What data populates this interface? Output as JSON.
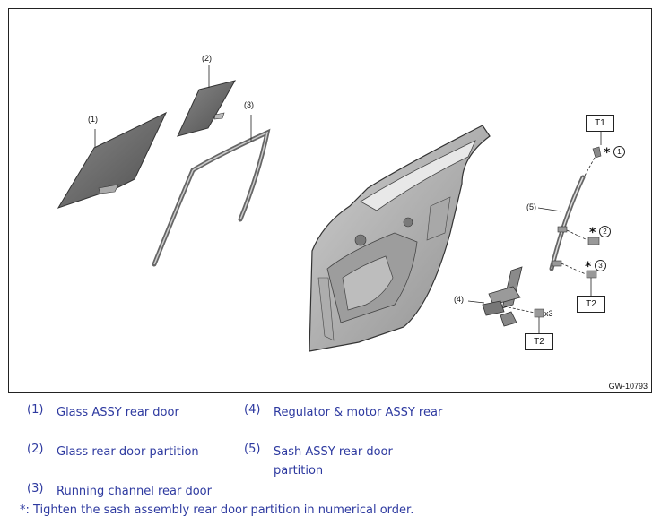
{
  "figure": {
    "code": "GW-10793",
    "callouts": [
      "(1)",
      "(2)",
      "(3)",
      "(4)",
      "(5)"
    ],
    "torque_labels": {
      "t1": "T1",
      "t2a": "T2",
      "t2b": "T2"
    },
    "markers": {
      "star": "*",
      "n1": "1",
      "n2": "2",
      "n3": "3"
    },
    "quantity": "x3"
  },
  "legend": [
    {
      "num": "(1)",
      "text": "Glass ASSY rear door"
    },
    {
      "num": "(2)",
      "text": "Glass rear door partition"
    },
    {
      "num": "(3)",
      "text": "Running channel rear door"
    },
    {
      "num": "(4)",
      "text": "Regulator & motor ASSY rear"
    },
    {
      "num": "(5)",
      "text": "Sash ASSY rear door partition"
    }
  ],
  "note": "*: Tighten the sash assembly rear door partition in numerical order.",
  "colors": {
    "legend_text": "#2e3aa0",
    "part_fill": "#6b6b6b",
    "line": "#222222"
  }
}
